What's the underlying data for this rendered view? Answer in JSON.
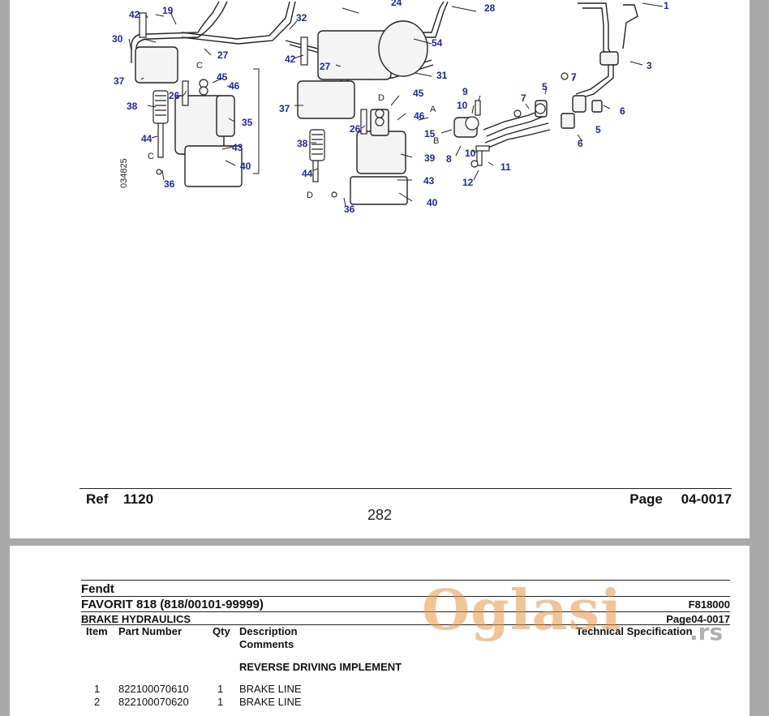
{
  "diagram": {
    "callouts": [
      "42",
      "19",
      "32",
      "24",
      "28",
      "1",
      "30",
      "27",
      "54",
      "3",
      "37",
      "42",
      "27",
      "31",
      "45",
      "46",
      "9",
      "5",
      "7",
      "38",
      "26",
      "37",
      "35",
      "45",
      "10",
      "7",
      "6",
      "44",
      "26",
      "46",
      "15",
      "5",
      "6",
      "43",
      "38",
      "39",
      "8",
      "10",
      "11",
      "40",
      "44",
      "43",
      "12",
      "36",
      "40",
      "36"
    ],
    "letters": [
      "C",
      "C",
      "D",
      "D",
      "A",
      "B"
    ],
    "code": "034825"
  },
  "page1": {
    "ref_label": "Ref",
    "ref_value": "1120",
    "page_label": "Page",
    "page_value": "04-0017",
    "page_number": "282"
  },
  "page2": {
    "brand": "Fendt",
    "model": "FAVORIT 818 (818/00101-99999)",
    "model_code": "F818000",
    "section": "BRAKE HYDRAULICS",
    "page_ref": "Page04-0017",
    "columns": {
      "item": "Item",
      "part_number": "Part Number",
      "qty": "Qty",
      "description": "Description",
      "comments": "Comments",
      "tech_spec": "Technical Specification"
    },
    "group_heading": "REVERSE DRIVING IMPLEMENT",
    "rows": [
      {
        "item": "1",
        "part": "822100070610",
        "qty": "1",
        "desc": "BRAKE LINE"
      },
      {
        "item": "2",
        "part": "822100070620",
        "qty": "1",
        "desc": "BRAKE LINE"
      }
    ]
  },
  "watermark": {
    "text": "Oglasi",
    "suffix": ".rs",
    "color": "#e8964a"
  }
}
